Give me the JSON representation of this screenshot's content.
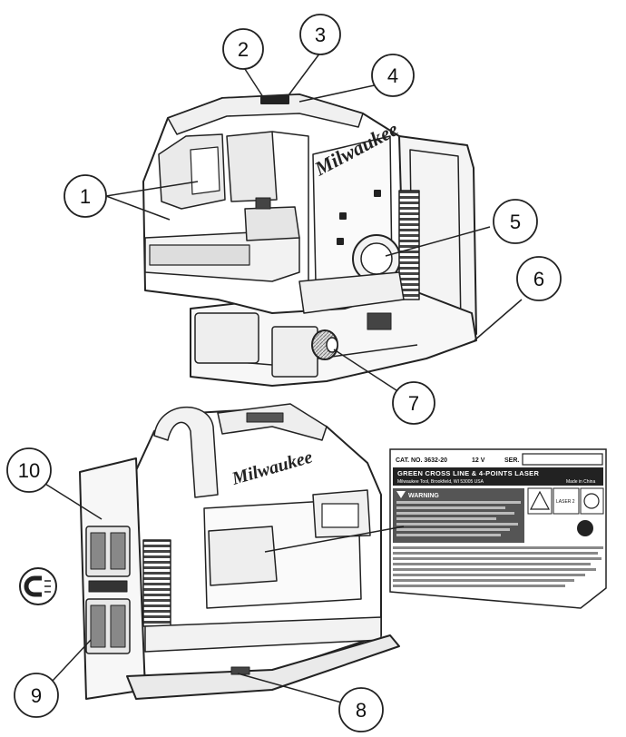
{
  "diagram": {
    "brand_text": "Milwaukee",
    "callouts": [
      "1",
      "2",
      "3",
      "4",
      "5",
      "6",
      "7",
      "8",
      "9",
      "10"
    ],
    "warning_label": {
      "cat_no": "CAT. NO. 3632-20",
      "voltage": "12 V",
      "ser_label": "SER.",
      "title_band": "GREEN CROSS LINE & 4-POINTS LASER",
      "maker_line": "Milwaukee Tool, Brookfield, WI 53005 USA",
      "made_in": "Made in China",
      "warning_word": "WARNING",
      "class_label": "LASER 2"
    }
  }
}
